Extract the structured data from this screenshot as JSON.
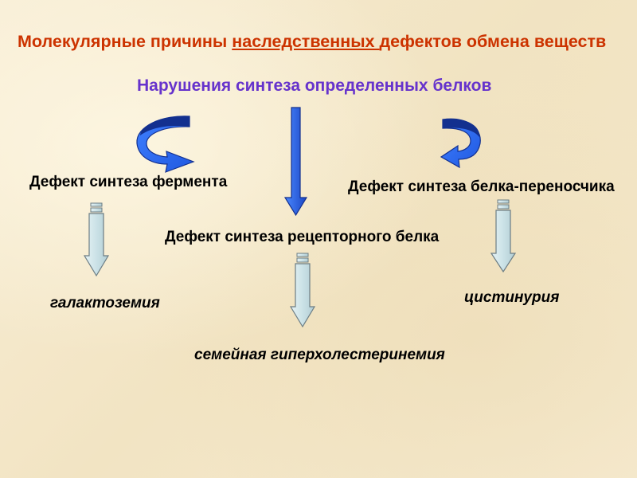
{
  "slide": {
    "title": {
      "before": "Молекулярные причины ",
      "underlined": "наследственных ",
      "after": "дефектов обмена веществ"
    },
    "subtitle": "Нарушения синтеза определенных белков",
    "defects": {
      "enzyme": "Дефект синтеза фермента",
      "receptor": "Дефект синтеза рецепторного белка",
      "transporter": "Дефект синтеза белка-переносчика"
    },
    "diseases": {
      "galactosemia": "галактоземия",
      "hypercholesterolemia": "семейная гиперхолестеринемия",
      "cystinuria": "цистинурия"
    }
  },
  "colors": {
    "background": "#f6ebcf",
    "title": "#cc3300",
    "subtitle": "#6633cc",
    "text": "#000000",
    "arrow_blue": "#2058e0",
    "arrow_blue_dark": "#13308f",
    "arrow_light": "#cbe2e7",
    "arrow_light_outline": "#6c7d84"
  }
}
